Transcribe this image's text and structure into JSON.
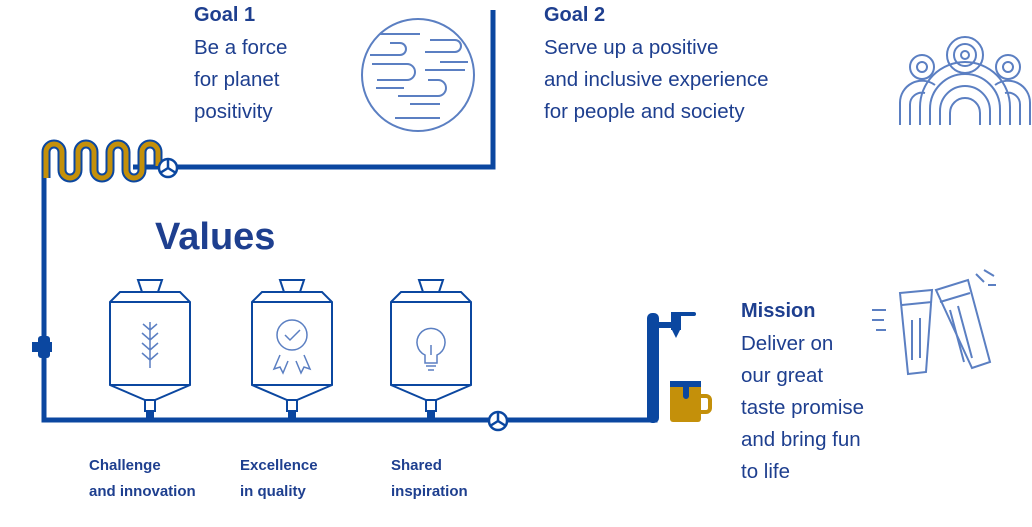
{
  "goal1": {
    "title": "Goal 1",
    "lines": [
      "Be a force",
      "for planet",
      "positivity"
    ]
  },
  "goal2": {
    "title": "Goal 2",
    "lines": [
      "Serve up a positive",
      "and inclusive experience",
      "for people and society"
    ]
  },
  "values": {
    "title": "Values",
    "items": [
      {
        "line1": "Challenge",
        "line2": "and innovation",
        "icon": "wheat-icon"
      },
      {
        "line1": "Excellence",
        "line2": "in quality",
        "icon": "quality-badge-icon"
      },
      {
        "line1": "Shared",
        "line2": "inspiration",
        "icon": "lightbulb-icon"
      }
    ]
  },
  "mission": {
    "title": "Mission",
    "lines": [
      "Deliver on",
      "our great",
      "taste promise",
      "and bring fun",
      "to life"
    ]
  },
  "colors": {
    "pipe": "#0b47a0",
    "gold": "#c4900a",
    "text": "#1e3f8f",
    "icon": "#5b7fc2"
  }
}
